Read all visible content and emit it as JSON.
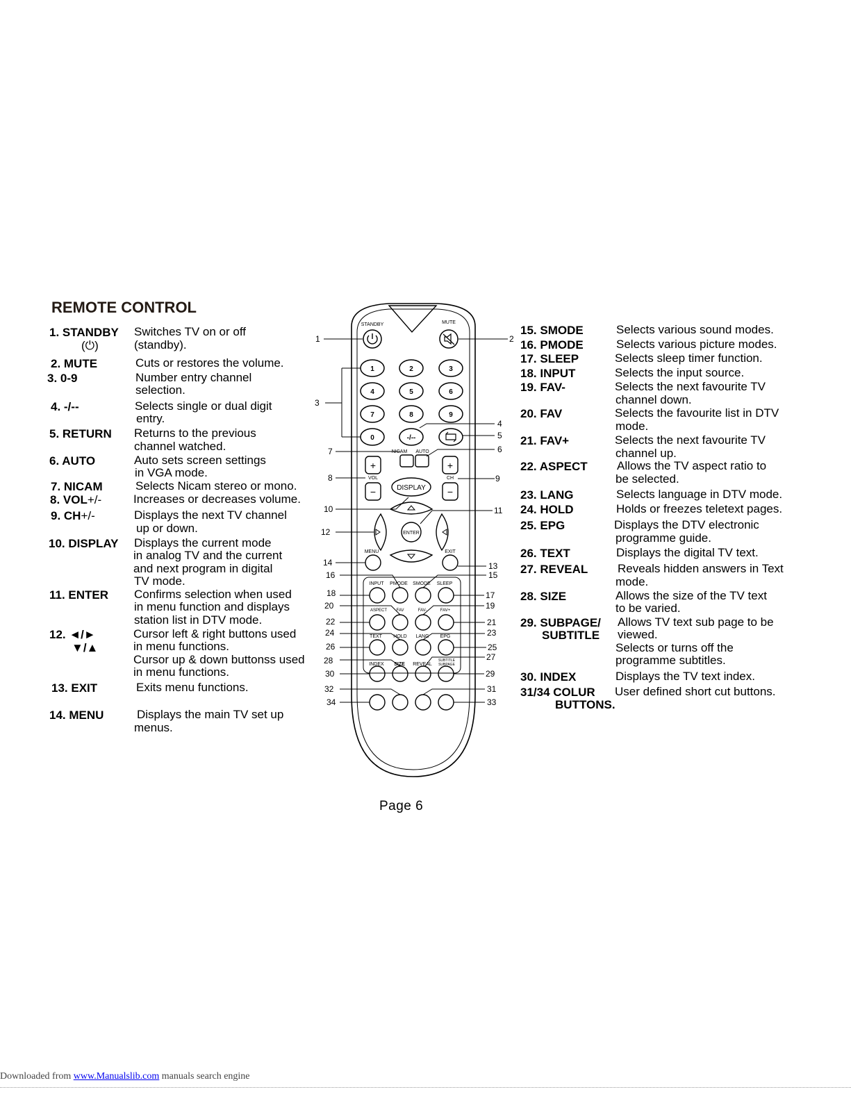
{
  "title": "REMOTE CONTROL",
  "page": "Page 6",
  "left_items": [
    {
      "key": "1. STANDBY",
      "key2": "(⏻)",
      "desc": [
        "Switches TV on or off",
        "(standby)."
      ]
    },
    {
      "key": "2. MUTE",
      "desc": [
        "Cuts or restores the volume."
      ]
    },
    {
      "key": "3. 0-9",
      "desc": [
        "Number entry channel",
        "selection."
      ]
    },
    {
      "key": "4.  -/--",
      "desc": [
        "Selects single or dual digit",
        "entry."
      ]
    },
    {
      "key": "5. RETURN",
      "desc": [
        "Returns to the previous",
        "channel watched."
      ]
    },
    {
      "key": "6. AUTO",
      "desc": [
        "Auto sets screen settings",
        "in VGA mode."
      ]
    },
    {
      "key": "7. NICAM",
      "desc": [
        "Selects Nicam stereo or mono."
      ]
    },
    {
      "key": "8. VOL",
      "key_suffix": "+/-",
      "desc": [
        "Increases or decreases volume."
      ]
    },
    {
      "key": "9. CH",
      "key_suffix": "+/-",
      "desc": [
        "Displays the next TV channel",
        "up or down."
      ]
    },
    {
      "key": "10. DISPLAY",
      "desc": [
        "Displays the current mode",
        "in analog TV and the current",
        "and next program in digital",
        "TV mode."
      ]
    },
    {
      "key": "11. ENTER",
      "desc": [
        "Confirms selection  when used",
        "in menu function and displays",
        "station list in DTV mode."
      ]
    },
    {
      "key": "12. ◄/►",
      "key2": "▼/▲",
      "desc": [
        "Cursor left & right buttons used",
        "in menu functions.",
        "Cursor up & down buttonss used",
        "in menu functions."
      ]
    },
    {
      "key": "13. EXIT",
      "desc": [
        "Exits menu functions."
      ]
    },
    {
      "key": "14.  MENU",
      "desc": [
        "Displays the main TV set up",
        "menus."
      ]
    }
  ],
  "right_items": [
    {
      "key": "15. SMODE",
      "desc": [
        "Selects various sound modes."
      ]
    },
    {
      "key": "16. PMODE",
      "desc": [
        "Selects various picture modes."
      ]
    },
    {
      "key": "17. SLEEP",
      "desc": [
        "Selects sleep timer function."
      ]
    },
    {
      "key": "18. INPUT",
      "desc": [
        "Selects the input source."
      ]
    },
    {
      "key": "19. FAV-",
      "desc": [
        "Selects the next favourite TV",
        "channel down."
      ]
    },
    {
      "key": "20. FAV",
      "desc": [
        "Selects the favourite list in DTV",
        "mode."
      ]
    },
    {
      "key": "21. FAV+",
      "desc": [
        "Selects the next favourite TV",
        "channel up."
      ]
    },
    {
      "key": "22. ASPECT",
      "desc": [
        "Allows the TV aspect ratio to",
        "be selected."
      ]
    },
    {
      "key": "23. LANG",
      "desc": [
        "Selects language in DTV mode."
      ]
    },
    {
      "key": "24. HOLD",
      "desc": [
        "Holds or freezes teletext pages."
      ]
    },
    {
      "key": "25. EPG",
      "desc": [
        "Displays the DTV electronic",
        "programme guide."
      ]
    },
    {
      "key": "26. TEXT",
      "desc": [
        "Displays the digital TV text."
      ]
    },
    {
      "key": "27. REVEAL",
      "desc": [
        "Reveals hidden answers in Text",
        "mode."
      ]
    },
    {
      "key": "28. SIZE",
      "desc": [
        "Allows the size of the TV text",
        "to be varied."
      ]
    },
    {
      "key": "29. SUBPAGE/",
      "key2": "SUBTITLE",
      "desc": [
        "Allows TV text sub page to be",
        "viewed.",
        "Selects or turns off the",
        "programme subtitles."
      ]
    },
    {
      "key": "30. INDEX",
      "desc": [
        "Displays the TV text index."
      ]
    },
    {
      "key": "31/34  COLUR",
      "key2": "BUTTONS.",
      "desc": [
        "User defined short cut buttons."
      ]
    }
  ],
  "remote": {
    "standby": "STANDBY",
    "mute": "MUTE",
    "digits": [
      "1",
      "2",
      "3",
      "4",
      "5",
      "6",
      "7",
      "8",
      "9",
      "0",
      "-/--"
    ],
    "nicam": "NICAM",
    "auto": "AUTO",
    "vol": "VOL",
    "ch": "CH",
    "plus": "+",
    "minus": "−",
    "display": "DISPLAY",
    "enter": "ENTER",
    "menu": "MENU",
    "exit": "EXIT",
    "row1": [
      "INPUT",
      "PMODE",
      "SMODE",
      "SLEEP"
    ],
    "row2": [
      "ASPECT",
      "FAV",
      "FAV-",
      "FAV+"
    ],
    "row3": [
      "TEXT",
      "HOLD",
      "LANG",
      "EPG"
    ],
    "row4": [
      "INDEX",
      "SIZE",
      "REVEAL",
      "SUBTITLE",
      "SUBPAGE"
    ],
    "callouts": [
      "1",
      "2",
      "3",
      "4",
      "5",
      "6",
      "7",
      "8",
      "9",
      "10",
      "11",
      "12",
      "13",
      "14",
      "15",
      "16",
      "17",
      "18",
      "19",
      "20",
      "21",
      "22",
      "23",
      "24",
      "25",
      "26",
      "27",
      "28",
      "29",
      "30",
      "31",
      "32",
      "33",
      "34"
    ]
  },
  "footer": {
    "prefix": "Downloaded from ",
    "link": "www.Manualslib.com",
    "suffix": "  manuals search engine"
  }
}
